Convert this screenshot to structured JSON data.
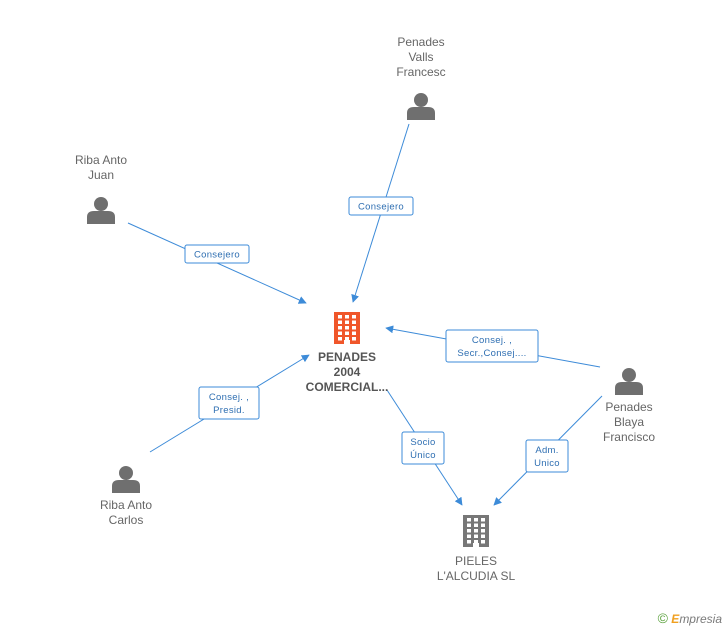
{
  "nodes": [
    {
      "id": "penades-valls",
      "type": "person",
      "label": [
        "Penades",
        "Valls",
        "Francesc"
      ]
    },
    {
      "id": "riba-juan",
      "type": "person",
      "label": [
        "Riba Anto",
        "Juan"
      ]
    },
    {
      "id": "penades-blaya",
      "type": "person",
      "label": [
        "Penades",
        "Blaya",
        "Francisco"
      ]
    },
    {
      "id": "riba-carlos",
      "type": "person",
      "label": [
        "Riba Anto",
        "Carlos"
      ]
    },
    {
      "id": "penades-2004",
      "type": "company-main",
      "label": [
        "PENADES",
        "2004",
        "COMERCIAL..."
      ]
    },
    {
      "id": "pieles",
      "type": "company",
      "label": [
        "PIELES",
        "L'ALCUDIA SL"
      ]
    }
  ],
  "edges": [
    {
      "from": "penades-valls",
      "to": "penades-2004",
      "label": [
        "Consejero"
      ]
    },
    {
      "from": "riba-juan",
      "to": "penades-2004",
      "label": [
        "Consejero"
      ]
    },
    {
      "from": "penades-blaya",
      "to": "penades-2004",
      "label": [
        "Consej. ,",
        "Secr.,Consej...."
      ]
    },
    {
      "from": "riba-carlos",
      "to": "penades-2004",
      "label": [
        "Consej. ,",
        "Presid."
      ]
    },
    {
      "from": "penades-2004",
      "to": "pieles",
      "label": [
        "Socio",
        "Único"
      ]
    },
    {
      "from": "penades-blaya",
      "to": "pieles",
      "label": [
        "Adm.",
        "Unico"
      ]
    }
  ],
  "colors": {
    "edge": "#3d8bd8",
    "main_company": "#f0562a",
    "company": "#777777",
    "person": "#6f6f6f"
  },
  "footer": {
    "copyright": "©",
    "brand_first": "E",
    "brand_rest": "mpresia"
  }
}
